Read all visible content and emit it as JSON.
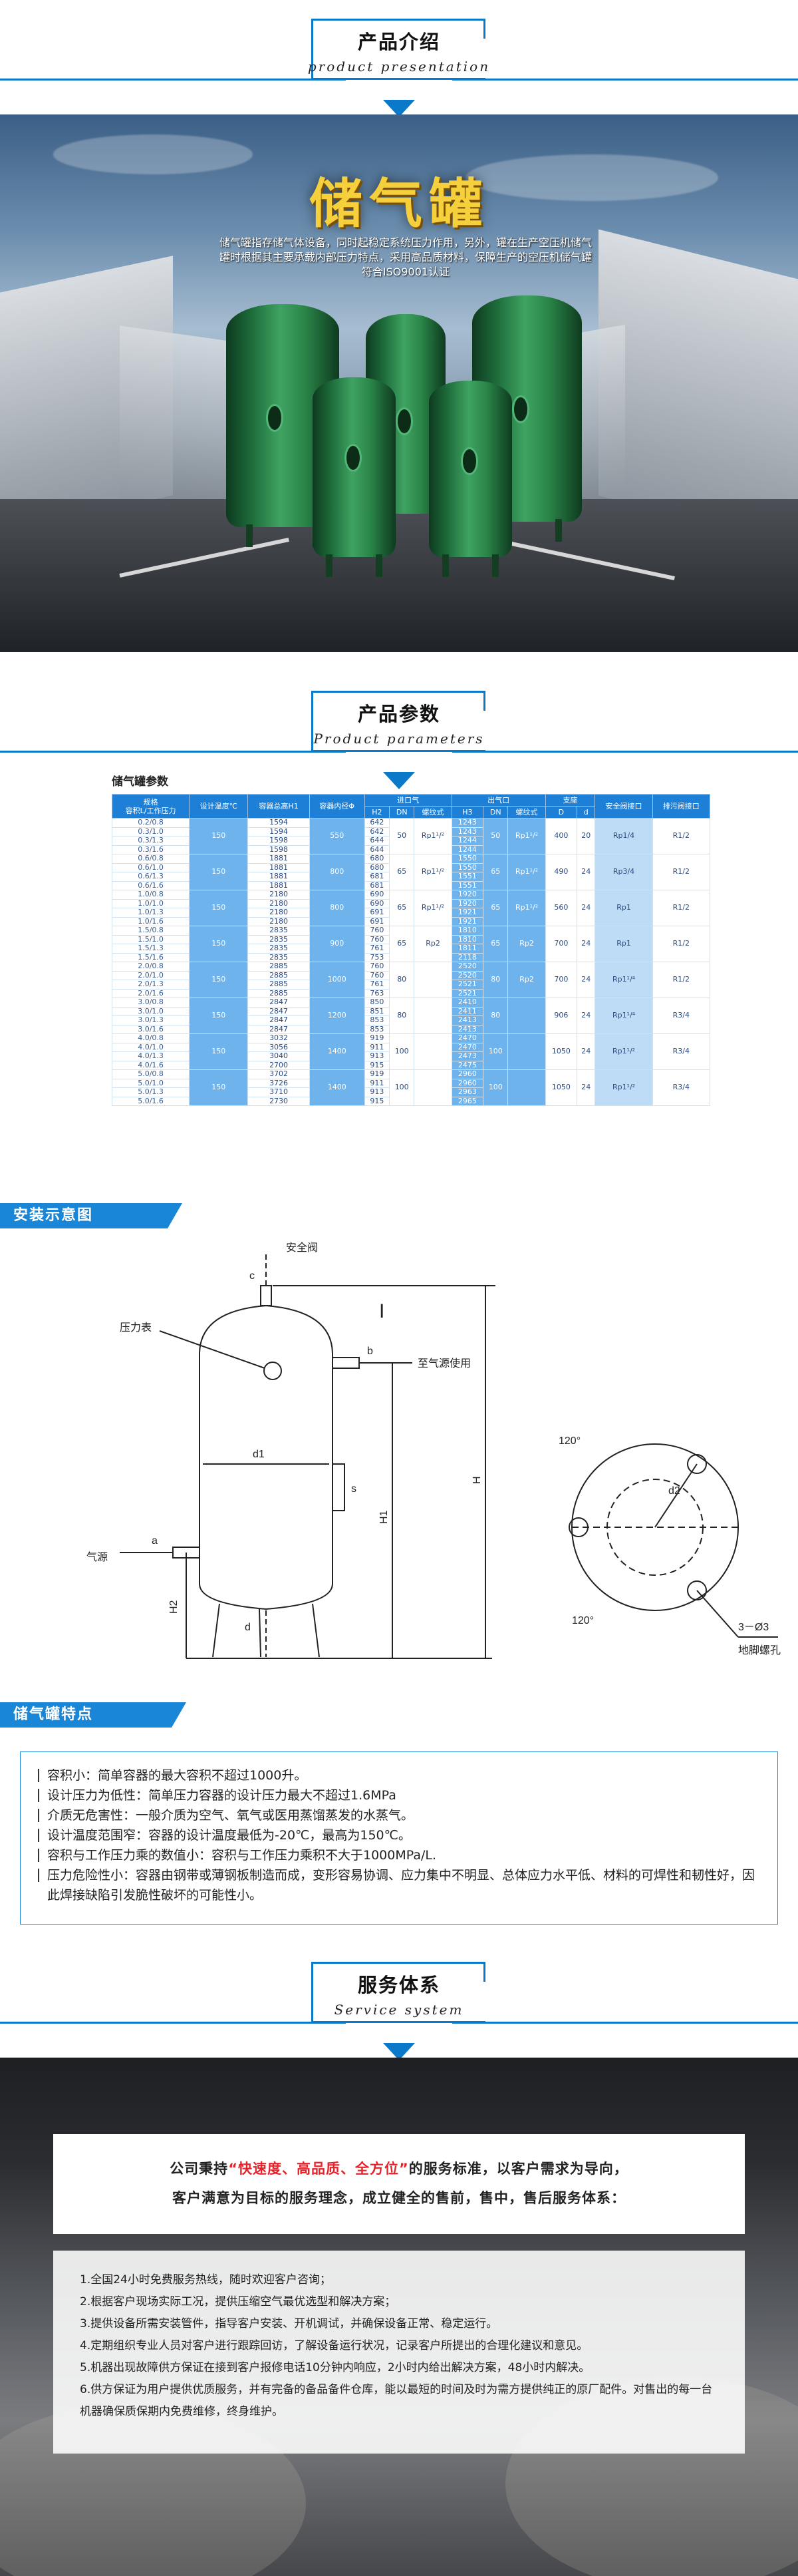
{
  "intro": {
    "cn": "产品介绍",
    "en": "product presentation"
  },
  "hero": {
    "title": "储气罐",
    "desc": "储气罐指存储气体设备，同时起稳定系统压力作用，另外，罐在生产空压机储气罐时根据其主要承载内部压力特点，采用高品质材料，保障生产的空压机储气罐符合ISO9001认证"
  },
  "params": {
    "cn": "产品参数",
    "en": "Product parameters",
    "caption": "储气罐参数",
    "headers": {
      "spec": "规格",
      "spec2": "容积L/工作压力",
      "temp": "设计温度℃",
      "height": "容器总高H1",
      "diameter": "容器内径Φ",
      "inlet": "进口气",
      "outlet": "出气口",
      "support": "支座",
      "safety": "安全阀接口",
      "drain": "排污阀接口",
      "h2": "H2",
      "dn": "DN",
      "thread": "螺纹式",
      "h3": "H3",
      "d": "D",
      "d2": "d"
    },
    "rows": [
      [
        "0.2/0.8",
        "1594",
        "642",
        "1243"
      ],
      [
        "0.3/1.0",
        "1594",
        "642",
        "1243"
      ],
      [
        "0.3/1.3",
        "1598",
        "644",
        "1244"
      ],
      [
        "0.3/1.6",
        "1598",
        "644",
        "1244"
      ],
      [
        "0.6/0.8",
        "1881",
        "680",
        "1550"
      ],
      [
        "0.6/1.0",
        "1881",
        "680",
        "1550"
      ],
      [
        "0.6/1.3",
        "1881",
        "681",
        "1551"
      ],
      [
        "0.6/1.6",
        "1881",
        "681",
        "1551"
      ],
      [
        "1.0/0.8",
        "2180",
        "690",
        "1920"
      ],
      [
        "1.0/1.0",
        "2180",
        "690",
        "1920"
      ],
      [
        "1.0/1.3",
        "2180",
        "691",
        "1921"
      ],
      [
        "1.0/1.6",
        "2180",
        "691",
        "1921"
      ],
      [
        "1.5/0.8",
        "2835",
        "760",
        "1810"
      ],
      [
        "1.5/1.0",
        "2835",
        "760",
        "1810"
      ],
      [
        "1.5/1.3",
        "2835",
        "761",
        "1811"
      ],
      [
        "1.5/1.6",
        "2835",
        "753",
        "2118"
      ],
      [
        "2.0/0.8",
        "2885",
        "760",
        "2520"
      ],
      [
        "2.0/1.0",
        "2885",
        "760",
        "2520"
      ],
      [
        "2.0/1.3",
        "2885",
        "761",
        "2521"
      ],
      [
        "2.0/1.6",
        "2885",
        "763",
        "2521"
      ],
      [
        "3.0/0.8",
        "2847",
        "850",
        "2410"
      ],
      [
        "3.0/1.0",
        "2847",
        "851",
        "2411"
      ],
      [
        "3.0/1.3",
        "2847",
        "853",
        "2413"
      ],
      [
        "3.0/1.6",
        "2847",
        "853",
        "2413"
      ],
      [
        "4.0/0.8",
        "3032",
        "919",
        "2470"
      ],
      [
        "4.0/1.0",
        "3056",
        "911",
        "2470"
      ],
      [
        "4.0/1.3",
        "3040",
        "913",
        "2473"
      ],
      [
        "4.0/1.6",
        "2700",
        "915",
        "2475"
      ],
      [
        "5.0/0.8",
        "3702",
        "919",
        "2960"
      ],
      [
        "5.0/1.0",
        "3726",
        "911",
        "2960"
      ],
      [
        "5.0/1.3",
        "3710",
        "913",
        "2963"
      ],
      [
        "5.0/1.6",
        "2730",
        "915",
        "2965"
      ]
    ],
    "groups": [
      {
        "temp": "150",
        "dia": "550",
        "inlet_dn": "50",
        "inlet_thread": "Rp1¹/²",
        "out_dn": "50",
        "out_thread": "Rp1¹/²",
        "D": "400",
        "d": "20",
        "safety": "Rp1/4",
        "drain": "R1/2"
      },
      {
        "temp": "150",
        "dia": "800",
        "inlet_dn": "65",
        "inlet_thread": "Rp1¹/²",
        "out_dn": "65",
        "out_thread": "Rp1¹/²",
        "D": "490",
        "d": "24",
        "safety": "Rp3/4",
        "drain": "R1/2"
      },
      {
        "temp": "150",
        "dia": "800",
        "inlet_dn": "65",
        "inlet_thread": "Rp1¹/²",
        "out_dn": "65",
        "out_thread": "Rp1¹/²",
        "D": "560",
        "d": "24",
        "safety": "Rp1",
        "drain": "R1/2"
      },
      {
        "temp": "150",
        "dia": "900",
        "inlet_dn": "65",
        "inlet_thread": "Rp2",
        "out_dn": "65",
        "out_thread": "Rp2",
        "D": "700",
        "d": "24",
        "safety": "Rp1",
        "drain": "R1/2"
      },
      {
        "temp": "150",
        "dia": "1000",
        "inlet_dn": "80",
        "inlet_thread": "",
        "out_dn": "80",
        "out_thread": "Rp2",
        "D": "700",
        "d": "24",
        "safety": "Rp1¹/⁴",
        "drain": "R1/2"
      },
      {
        "temp": "150",
        "dia": "1200",
        "inlet_dn": "80",
        "inlet_thread": "",
        "out_dn": "80",
        "out_thread": "",
        "D": "906",
        "d": "24",
        "safety": "Rp1¹/⁴",
        "drain": "R3/4"
      },
      {
        "temp": "150",
        "dia": "1400",
        "inlet_dn": "100",
        "inlet_thread": "",
        "out_dn": "100",
        "out_thread": "",
        "D": "1050",
        "d": "24",
        "safety": "Rp1¹/²",
        "drain": "R3/4"
      },
      {
        "temp": "150",
        "dia": "1400",
        "inlet_dn": "100",
        "inlet_thread": "",
        "out_dn": "100",
        "out_thread": "",
        "D": "1050",
        "d": "24",
        "safety": "Rp1¹/²",
        "drain": "R3/4"
      }
    ]
  },
  "install": {
    "bar": "安装示意图",
    "labels": {
      "safety_valve": "安全阀",
      "gauge": "压力表",
      "to_air": "至气源使用",
      "source": "气源",
      "roman": "I",
      "c": "c",
      "b": "b",
      "a": "a",
      "d": "d",
      "s": "s",
      "d1": "d1",
      "H": "H",
      "H1": "H1",
      "H2": "H2",
      "d2": "d2",
      "deg": "120°",
      "holes": "3－Ø3",
      "anchor": "地脚螺孔"
    }
  },
  "features": {
    "bar": "储气罐特点",
    "items": [
      "容积小：简单容器的最大容积不超过1000升。",
      "设计压力为低性：简单压力容器的设计压力最大不超过1.6MPa",
      "介质无危害性：一般介质为空气、氧气或医用蒸馏蒸发的水蒸气。",
      "设计温度范围窄：容器的设计温度最低为-20℃，最高为150℃。",
      "容积与工作压力乘的数值小：容积与工作压力乘积不大于1000MPa/L.",
      "压力危险性小：容器由钢带或薄钢板制造而成，变形容易协调、应力集中不明显、总体应力水平低、材料的可焊性和韧性好，因此焊接缺陷引发脆性破坏的可能性小。"
    ]
  },
  "service": {
    "cn": "服务体系",
    "en": "Service system",
    "head_pre": "公司秉持",
    "head_red": "“快速度、高品质、全方位”",
    "head_post": "的服务标准，以客户需求为导向，",
    "head_line2": "客户满意为目标的服务理念，成立健全的售前，售中，售后服务体系：",
    "items": [
      "1.全国24小时免费服务热线，随时欢迎客户咨询；",
      "2.根据客户现场实际工况，提供压缩空气最优选型和解决方案；",
      "3.提供设备所需安装管件，指导客户安装、开机调试，并确保设备正常、稳定运行。",
      "4.定期组织专业人员对客户进行跟踪回访，了解设备运行状况，记录客户所提出的合理化建议和意见。",
      "5.机器出现故障供方保证在接到客户报修电话10分钟内响应，2小时内给出解决方案，48小时内解决。",
      "6.供方保证为用户提供优质服务，并有完备的备品备件仓库，能以最短的时间及时为需方提供纯正的原厂配件。对售出的每一台机器确保质保期内免费维修，终身维护。"
    ]
  },
  "colors": {
    "accent": "#1a86d8",
    "highlight": "#e8222a",
    "title_gold": "#f6cf3d"
  }
}
